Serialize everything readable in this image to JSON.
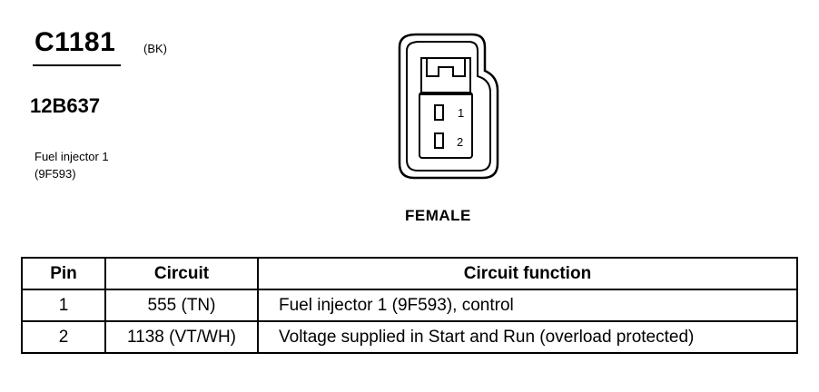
{
  "connector": {
    "id": "C1181",
    "color": "(BK)",
    "part_number": "12B637",
    "component_name": "Fuel injector 1",
    "component_code": "(9F593)",
    "gender": "FEMALE",
    "pin_labels": [
      "1",
      "2"
    ]
  },
  "pin_table": {
    "headers": [
      "Pin",
      "Circuit",
      "Circuit function"
    ],
    "rows": [
      {
        "pin": "1",
        "circuit": "555 (TN)",
        "function": "Fuel injector 1 (9F593), control"
      },
      {
        "pin": "2",
        "circuit": "1138 (VT/WH)",
        "function": "Voltage supplied in Start and Run (overload protected)"
      }
    ]
  }
}
